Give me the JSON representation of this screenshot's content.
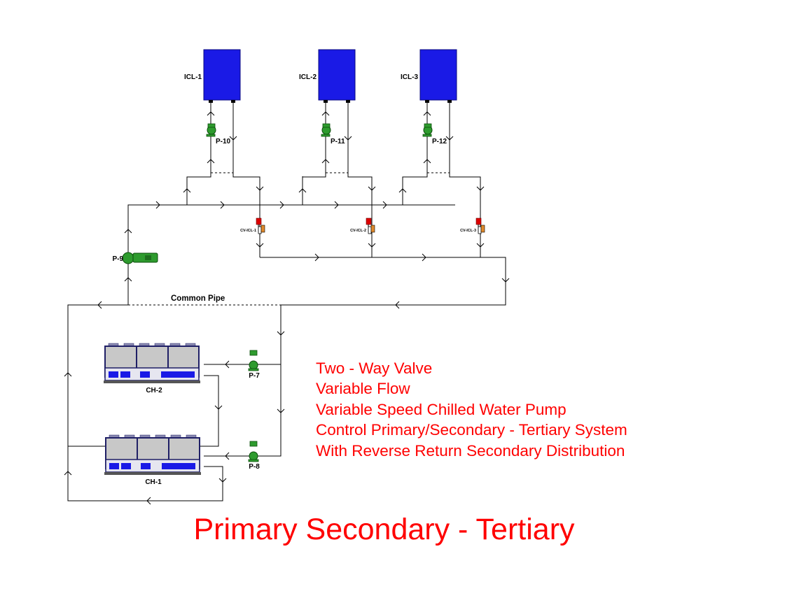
{
  "colors": {
    "pipe": "#000000",
    "coil": "#1a1ae6",
    "pump": "#2e9b2e",
    "valve_red": "#dd0000",
    "valve_orange": "#e08a2c",
    "text_red": "#ff0000",
    "chiller_body": "#c8c8c8",
    "chiller_frame": "#1f1f66"
  },
  "coils": [
    {
      "label": "ICL-1",
      "pump": "P-10",
      "valve": "CV-ICL-1"
    },
    {
      "label": "ICL-2",
      "pump": "P-11",
      "valve": "CV-ICL-2"
    },
    {
      "label": "ICL-3",
      "pump": "P-12",
      "valve": "CV-ICL-3"
    }
  ],
  "secondary_pump": {
    "label": "P-9",
    "icon": "inline-pump-icon"
  },
  "common_pipe": {
    "label": "Common Pipe"
  },
  "chillers": [
    {
      "label": "CH-2",
      "pump": "P-7"
    },
    {
      "label": "CH-1",
      "pump": "P-8"
    }
  ],
  "notes": [
    "Two - Way Valve",
    "Variable Flow",
    "Variable Speed Chilled Water Pump",
    "Control Primary/Secondary - Tertiary System",
    "With Reverse Return Secondary Distribution"
  ],
  "title": "Primary Secondary - Tertiary"
}
